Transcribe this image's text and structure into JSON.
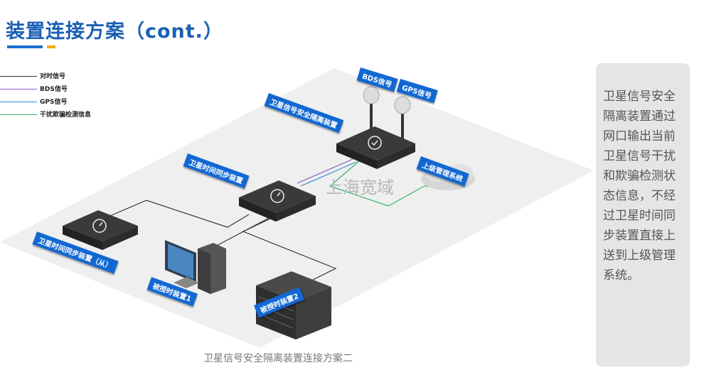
{
  "title": "装置连接方案（cont.）",
  "legend": [
    {
      "label": "对时信号",
      "color": "#333333"
    },
    {
      "label": "BDS信号",
      "color": "#8a5cc8"
    },
    {
      "label": "GPS信号",
      "color": "#2f8fd8"
    },
    {
      "label": "干扰欺骗检测信息",
      "color": "#34b46a"
    }
  ],
  "tags": {
    "bds": "BDS信号",
    "gps": "GPS信号",
    "isolation": "卫星信号安全隔离装置",
    "sync": "卫星时间同步装置",
    "upper": "上级管理系统",
    "sync_slave": "卫星时间同步装置（从）",
    "device1": "被授时装置1",
    "device2": "被授时装置2"
  },
  "watermark": "上海宽域",
  "caption": "卫星信号安全隔离装置连接方案二",
  "description": "卫星信号安全隔离装置通过网口输出当前卫星信号干扰和欺骗检测状态信息，不经过卫星时间同步装置直接上送到上级管理系统。"
}
